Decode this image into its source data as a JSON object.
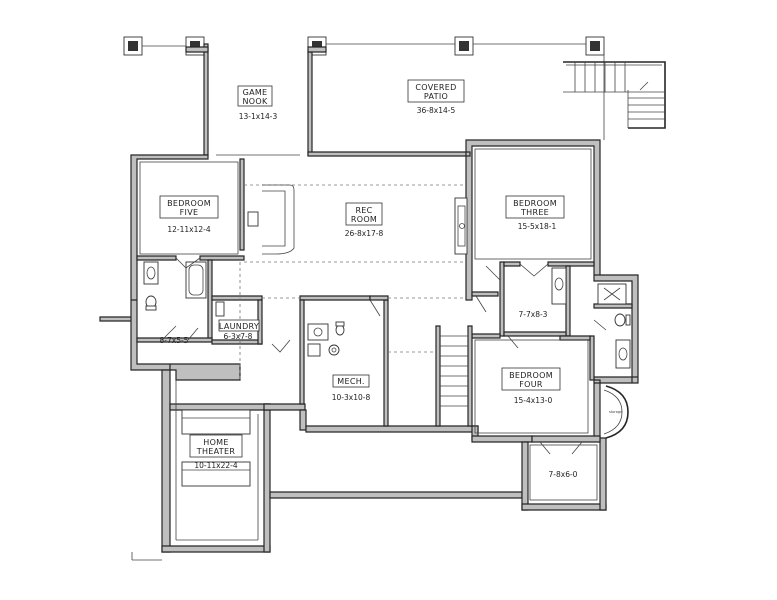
{
  "rooms": {
    "game_nook": {
      "line1": "GAME",
      "line2": "NOOK",
      "dims": "13-1x14-3"
    },
    "covered_patio": {
      "line1": "COVERED",
      "line2": "PATIO",
      "dims": "36-8x14-5"
    },
    "bedroom_five": {
      "line1": "BEDROOM",
      "line2": "FIVE",
      "dims": "12-11x12-4"
    },
    "rec_room": {
      "line1": "REC",
      "line2": "ROOM",
      "dims": "26-8x17-8"
    },
    "bedroom_three": {
      "line1": "BEDROOM",
      "line2": "THREE",
      "dims": "15-5x18-1"
    },
    "closet_three": {
      "dims": "7-7x8-3"
    },
    "bath_five": {
      "dims": "8-7x5-5"
    },
    "laundry": {
      "line1": "LAUNDRY",
      "dims": "6-3x7-8"
    },
    "mech": {
      "line1": "MECH.",
      "dims": "10-3x10-8"
    },
    "bedroom_four": {
      "line1": "BEDROOM",
      "line2": "FOUR",
      "dims": "15-4x13-0"
    },
    "closet_four": {
      "dims": "7-8x6-0"
    },
    "home_theater": {
      "line1": "HOME",
      "line2": "THEATER",
      "dims": "10-11x22-4"
    }
  },
  "colors": {
    "wall_fill": "#bfbfbf",
    "line": "#262626",
    "background": "#ffffff"
  }
}
